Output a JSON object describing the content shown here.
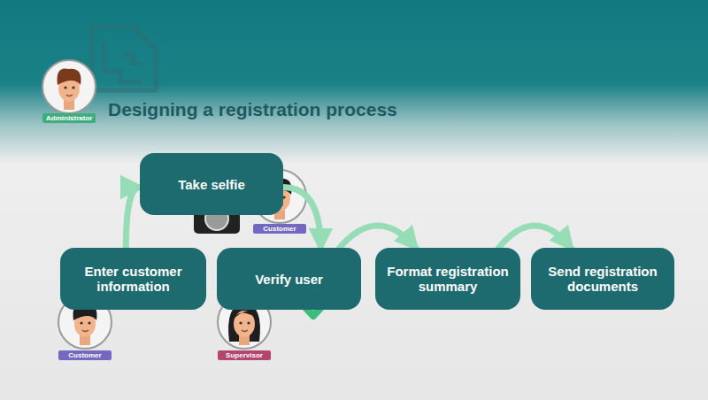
{
  "diagram": {
    "title": "Designing a registration process",
    "nodes": [
      {
        "text": [
          "Enter customer information"
        ]
      },
      {
        "text": [
          "Take selfie"
        ]
      },
      {
        "text": [
          "Verify user"
        ]
      },
      {
        "text": [
          "Format registration summary"
        ]
      },
      {
        "text": [
          "Send registration documents"
        ]
      }
    ],
    "edges": [
      {
        "from": 0,
        "to": 1,
        "arrow": "to"
      },
      {
        "from": 1,
        "to": 2,
        "arrow": "to"
      },
      {
        "from": 2,
        "to": 3,
        "arrow": "to"
      },
      {
        "from": 3,
        "to": 4,
        "arrow": "to"
      }
    ],
    "labels": [
      "Administrator",
      "Customer",
      "Customer",
      "Supervisor"
    ]
  }
}
